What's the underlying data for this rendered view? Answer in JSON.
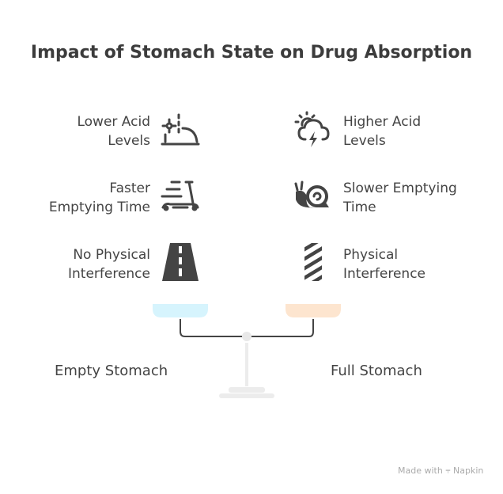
{
  "title": "Impact of Stomach State on Drug Absorption",
  "left": {
    "label": "Empty Stomach",
    "color": "#d6f4fd",
    "items": [
      {
        "line1": "Lower Acid",
        "line2": "Levels",
        "icon": "sun-horizon-icon"
      },
      {
        "line1": "Faster",
        "line2": "Emptying Time",
        "icon": "scooter-icon"
      },
      {
        "line1": "No Physical",
        "line2": "Interference",
        "icon": "road-icon"
      }
    ]
  },
  "right": {
    "label": "Full Stomach",
    "color": "#fde5cf",
    "items": [
      {
        "line1": "Higher Acid",
        "line2": "Levels",
        "icon": "storm-cloud-icon"
      },
      {
        "line1": "Slower Emptying",
        "line2": "Time",
        "icon": "snail-icon"
      },
      {
        "line1": "Physical",
        "line2": "Interference",
        "icon": "barrier-icon"
      }
    ]
  },
  "footer": {
    "made_with": "Made with",
    "brand": "Napkin"
  }
}
